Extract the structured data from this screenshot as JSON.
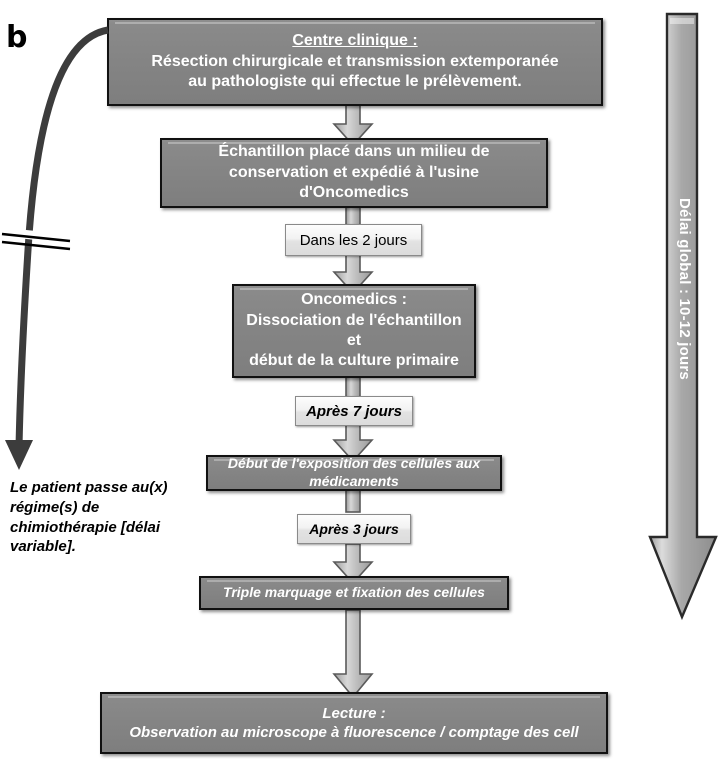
{
  "panel": {
    "letter": "b"
  },
  "flow": {
    "steps": [
      {
        "id": "centre-clinique",
        "title": "Centre clinique :",
        "lines": [
          "Résection chirurgicale et transmission extemporanée",
          "au pathologiste qui effectue le prélèvement."
        ],
        "style": "upright"
      },
      {
        "id": "echantillon-transport",
        "title": "",
        "lines": [
          "Échantillon placé dans un milieu de",
          "conservation et expédié à l'usine",
          "d'Oncomedics"
        ],
        "style": "upright"
      },
      {
        "id": "oncomedics",
        "title": "Oncomedics :",
        "lines": [
          "Dissociation de l'échantillon et",
          "début de la culture primaire"
        ],
        "style": "upright"
      },
      {
        "id": "debut-exposition",
        "title": "",
        "lines": [
          "Début de l'exposition des cellules aux",
          "médicaments"
        ],
        "style": "italic"
      },
      {
        "id": "triple-marquage",
        "title": "",
        "lines": [
          "Triple marquage et fixation des cellules"
        ],
        "style": "italic"
      },
      {
        "id": "lecture",
        "title": "Lecture :",
        "lines": [
          "Observation au microscope à fluorescence / comptage des cell"
        ],
        "style": "italic"
      }
    ],
    "delay_labels": [
      {
        "id": "delay-2-days",
        "text": "Dans les 2 jours",
        "italic": false
      },
      {
        "id": "delay-7-days",
        "text": "Après 7 jours",
        "italic": true
      },
      {
        "id": "delay-3-days",
        "text": "Après 3 jours",
        "italic": true
      }
    ]
  },
  "global_delay": {
    "label": "Délai global : 10-12 jours"
  },
  "patient_branch": {
    "note": "Le patient passe au(x) régime(s) de chimiothérapie [délai variable]."
  },
  "colors": {
    "box_fill": "#868686",
    "box_border": "#111111",
    "box_text": "#ffffff",
    "label_fill": "#f0f0f0",
    "label_text": "#000000",
    "arrow_fill": "#b3b3b3",
    "arrow_border": "#4d4d4d",
    "curve_stroke": "#3c3c3c",
    "page_bg": "#ffffff"
  }
}
